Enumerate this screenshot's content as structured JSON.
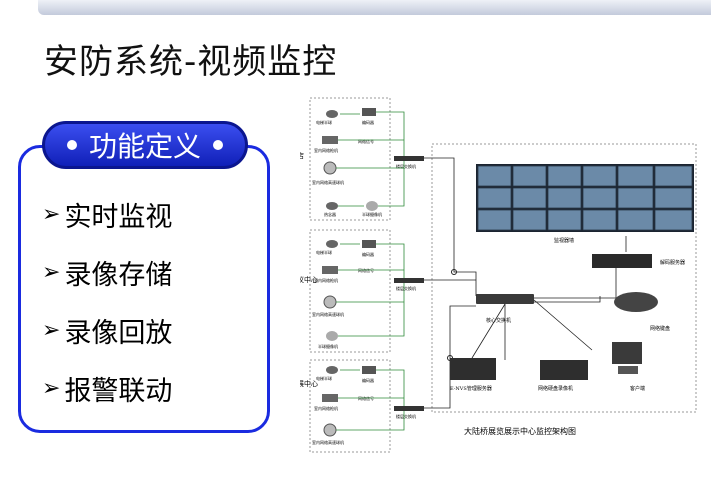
{
  "slide": {
    "title": "安防系统-视频监控",
    "pill_label": "功能定义",
    "features": [
      "实时监视",
      "录像存储",
      "录像回放",
      "报警联动"
    ]
  },
  "diagram": {
    "groups": [
      {
        "name": "酒店",
        "devices": [
          "电梯半球",
          "编码器",
          "室内网络枪机",
          "网络信号",
          "室内网络高速球机",
          "热念器",
          "半球摄像机"
        ],
        "switch": "楼层交换机"
      },
      {
        "name": "会议中心",
        "devices": [
          "电梯半球",
          "编码器",
          "室内网络枪机",
          "网络信号",
          "室内网络高速球机",
          "半球摄像机"
        ],
        "switch": "楼层交换机"
      },
      {
        "name": "会展中心",
        "devices": [
          "电梯半球",
          "编码器",
          "室内网络枪机",
          "网络信号",
          "室内网络高速球机"
        ],
        "switch": "楼层交换机"
      }
    ],
    "core_switch": "核心交换机",
    "video_wall": "监视器墙",
    "decoder": "解码服务器",
    "keyboard": "网络键盘",
    "nvs_server": "E-NVS管理服务器",
    "recorder": "网络硬盘录像机",
    "client": "客户端",
    "caption": "大陆桥展览展示中心监控架构图"
  },
  "colors": {
    "accent": "#1a2be0",
    "pill_dark": "#0b168f",
    "link_green": "#2e8b3a"
  }
}
